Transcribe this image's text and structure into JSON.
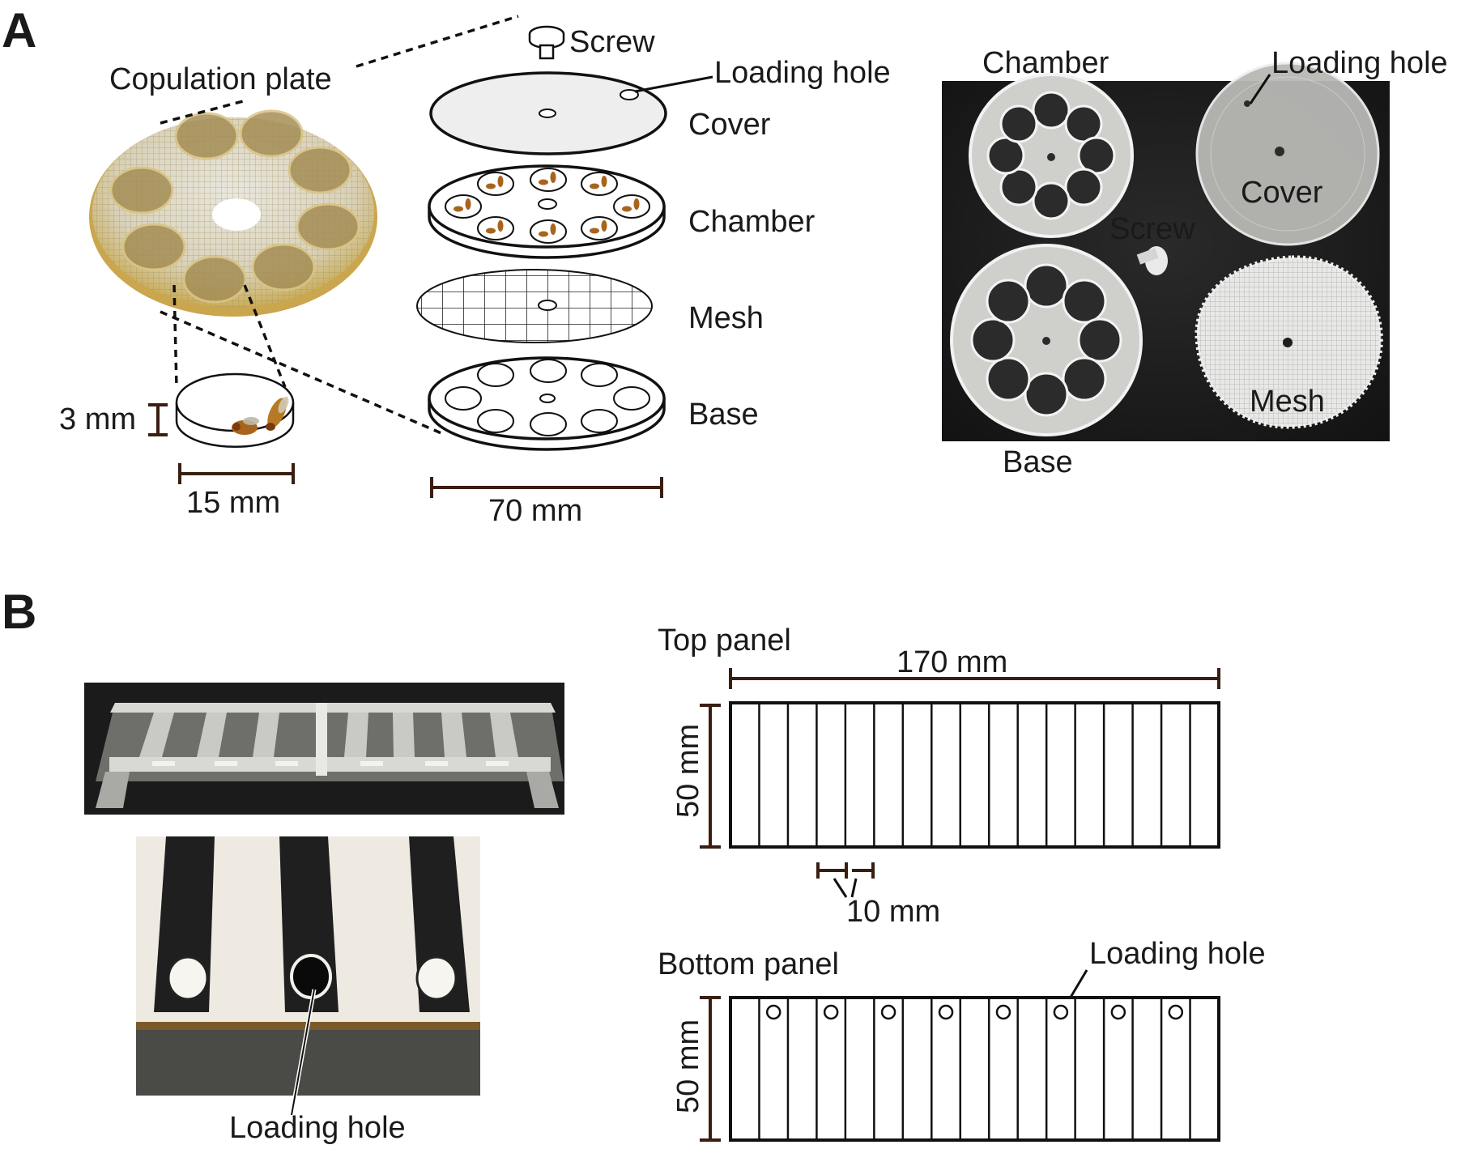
{
  "panel_a": {
    "letter": "A",
    "photo_label": "Copulation plate",
    "exploded_labels": {
      "screw": "Screw",
      "loading_hole": "Loading hole",
      "cover": "Cover",
      "chamber": "Chamber",
      "mesh": "Mesh",
      "base": "Base"
    },
    "well_height": "3 mm",
    "well_diameter": "15 mm",
    "plate_diameter": "70 mm",
    "photo_parts": {
      "chamber": "Chamber",
      "loading_hole": "Loading hole",
      "cover": "Cover",
      "screw": "Screw",
      "mesh": "Mesh",
      "base": "Base"
    }
  },
  "panel_b": {
    "letter": "B",
    "photo_loading_hole": "Loading hole",
    "top_panel": "Top panel",
    "top_width": "170 mm",
    "top_height": "50 mm",
    "lane_width": "10 mm",
    "bottom_panel": "Bottom panel",
    "bottom_loading_hole": "Loading hole",
    "bottom_height": "50 mm"
  },
  "colors": {
    "ink": "#1a1a1a",
    "scale_bar": "#3a1e12",
    "plate_yellow": "#e3c66f",
    "photo_background": "#1d1d1d"
  }
}
